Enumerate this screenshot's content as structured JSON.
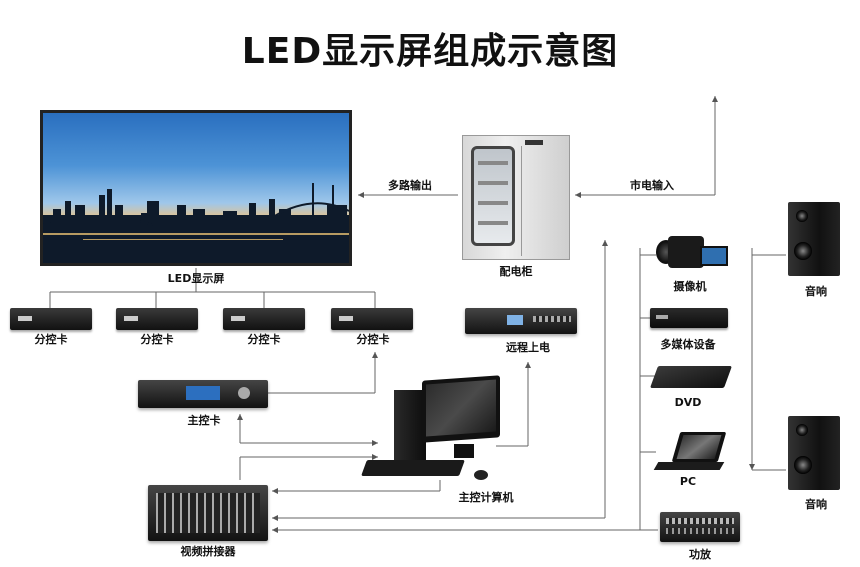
{
  "title": "LED显示屏组成示意图",
  "nodes": {
    "led_screen": "LED显示屏",
    "distribution_cabinet": "配电柜",
    "sub_control_cards": [
      "分控卡",
      "分控卡",
      "分控卡",
      "分控卡"
    ],
    "remote_power": "远程上电",
    "main_control_card": "主控卡",
    "main_computer": "主控计算机",
    "video_splicer": "视频拼接器",
    "camera": "摄像机",
    "multimedia_device": "多媒体设备",
    "dvd": "DVD",
    "pc": "PC",
    "amplifier": "功放",
    "speakers": [
      "音响",
      "音响"
    ]
  },
  "links": {
    "multi_output": "多路输出",
    "mains_input": "市电输入"
  }
}
